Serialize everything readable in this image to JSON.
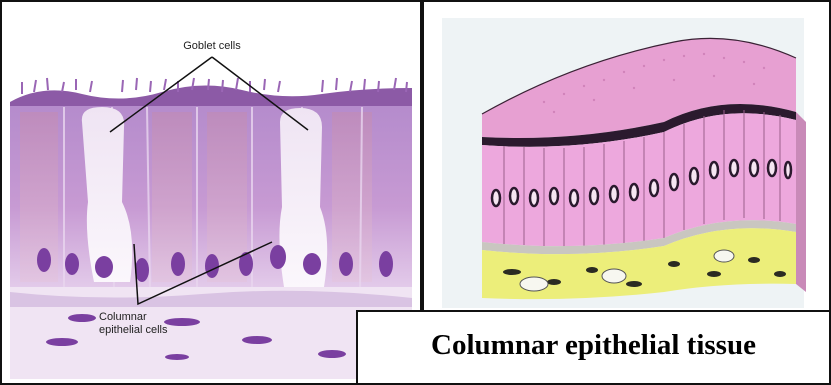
{
  "left_diagram": {
    "label_goblet": "Goblet cells",
    "label_columnar_line1": "Columnar",
    "label_columnar_line2": "epithelial cells"
  },
  "caption": "Columnar epithelial tissue",
  "colors": {
    "cell_purple": "#b58ac8",
    "nucleus_purple": "#7a3fa0",
    "goblet_white": "#f3ecf6",
    "tissue_pink": "#e6a6dc",
    "connective_yellow": "#ecee7a"
  }
}
